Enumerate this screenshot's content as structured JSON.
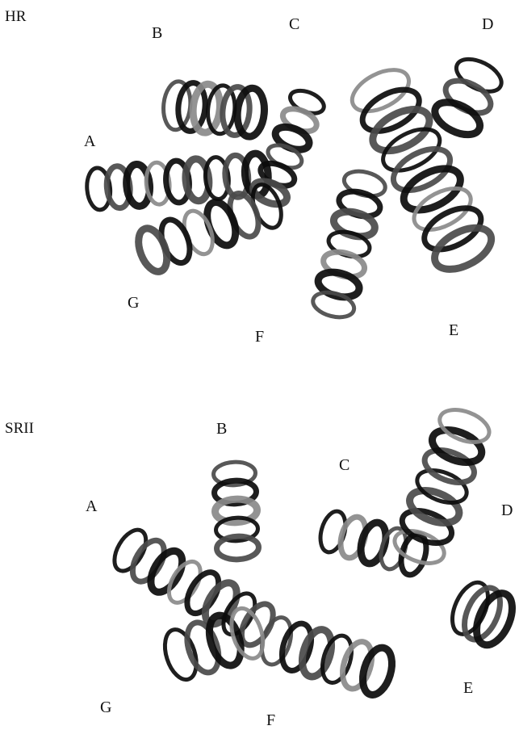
{
  "colors": {
    "background": "#ffffff",
    "helix_dark": "#0b0b0b",
    "helix_mid": "#4a4a4a",
    "helix_light": "#8a8a8a",
    "label": "#111111"
  },
  "panels": [
    {
      "title": "HR",
      "helices": [
        "A",
        "B",
        "C",
        "D",
        "E",
        "F",
        "G"
      ]
    },
    {
      "title": "SRII",
      "helices": [
        "A",
        "B",
        "C",
        "D",
        "E",
        "F",
        "G"
      ]
    }
  ]
}
